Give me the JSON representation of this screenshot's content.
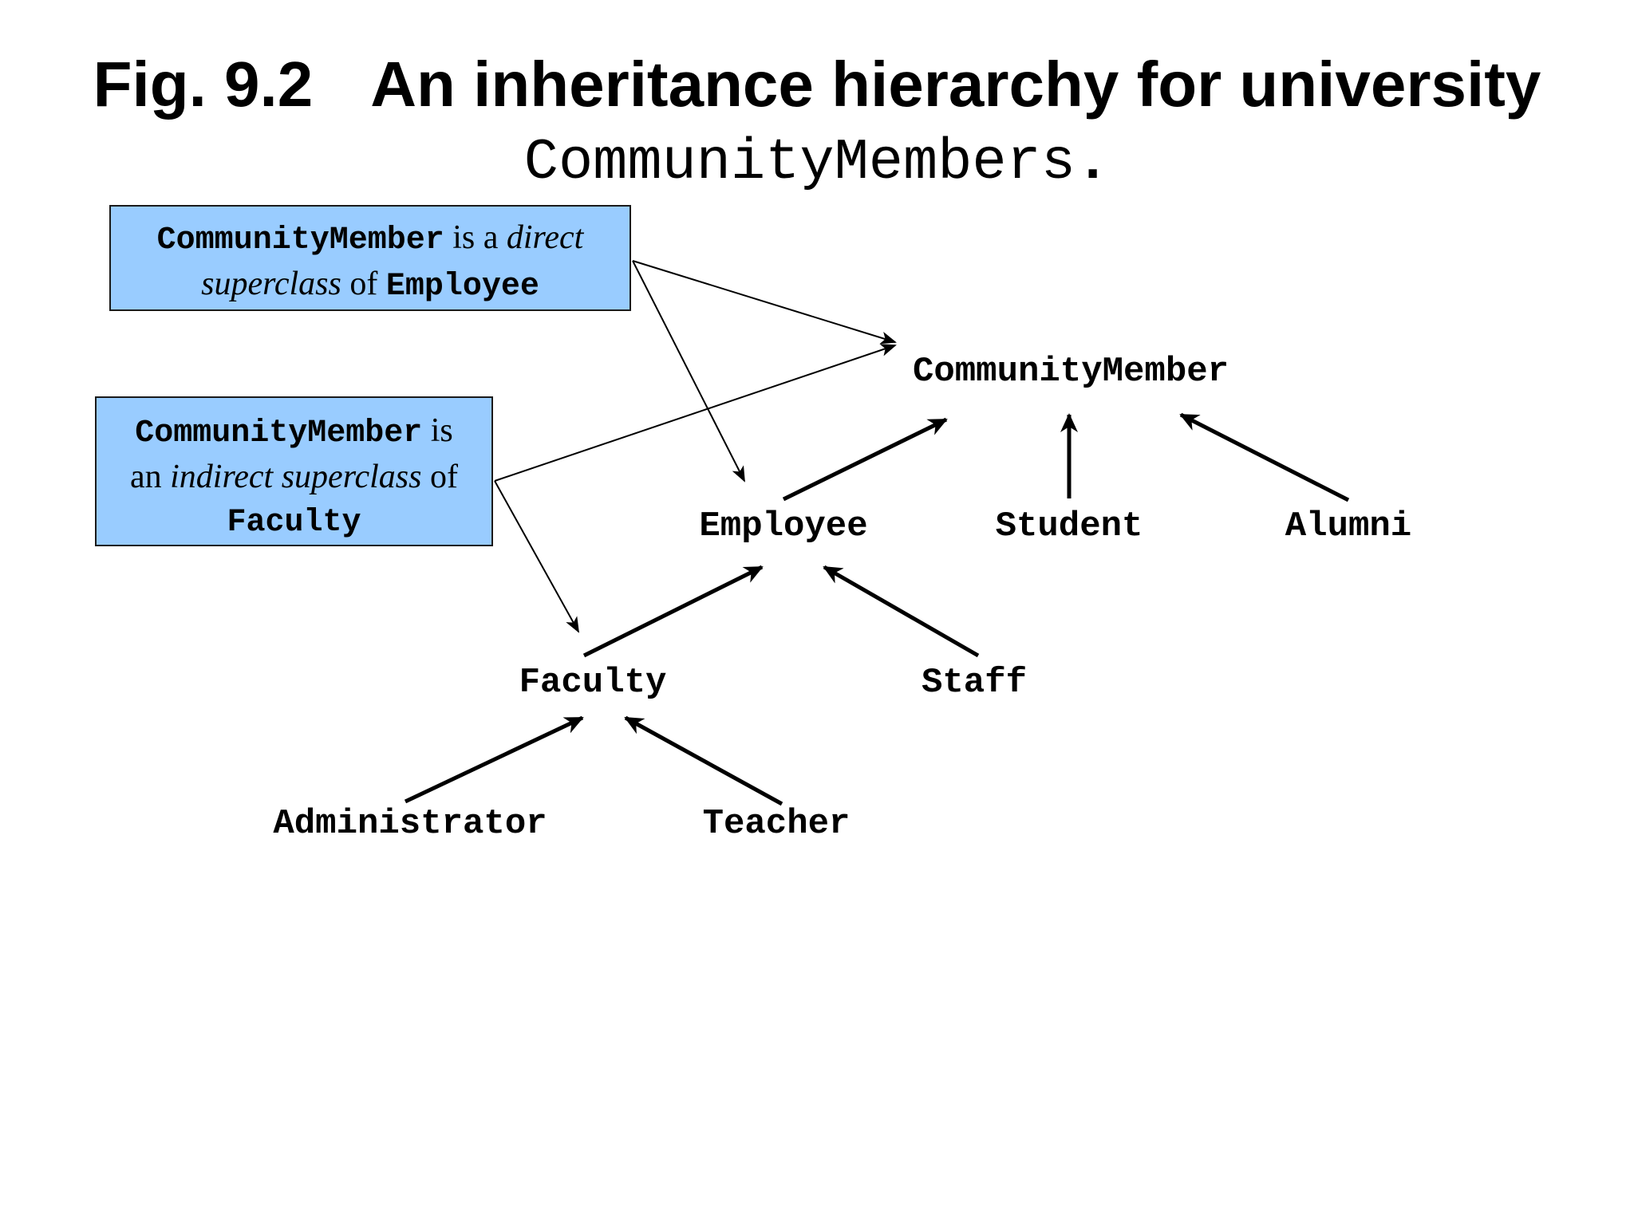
{
  "title": {
    "figure_number": "Fig. 9.2",
    "caption": "An inheritance hierarchy for university",
    "class_name": "CommunityMembers",
    "end_punct": "."
  },
  "callouts": {
    "direct": {
      "class": "CommunityMember",
      "text_1": " is a ",
      "em_1": "direct",
      "em_2": "superclass",
      "text_2": " of ",
      "target": "Employee"
    },
    "indirect": {
      "class": "CommunityMember",
      "text_1": " is",
      "text_2": "an ",
      "em_1": "indirect superclass",
      "text_3": " of",
      "target": "Faculty"
    }
  },
  "nodes": [
    {
      "id": "communitymember",
      "label": "CommunityMember"
    },
    {
      "id": "employee",
      "label": "Employee"
    },
    {
      "id": "student",
      "label": "Student"
    },
    {
      "id": "alumni",
      "label": "Alumni"
    },
    {
      "id": "faculty",
      "label": "Faculty"
    },
    {
      "id": "staff",
      "label": "Staff"
    },
    {
      "id": "administrator",
      "label": "Administrator"
    },
    {
      "id": "teacher",
      "label": "Teacher"
    }
  ],
  "edges": [
    {
      "from": "employee",
      "to": "communitymember",
      "relation": "extends"
    },
    {
      "from": "student",
      "to": "communitymember",
      "relation": "extends"
    },
    {
      "from": "alumni",
      "to": "communitymember",
      "relation": "extends"
    },
    {
      "from": "faculty",
      "to": "employee",
      "relation": "extends"
    },
    {
      "from": "staff",
      "to": "employee",
      "relation": "extends"
    },
    {
      "from": "administrator",
      "to": "faculty",
      "relation": "extends"
    },
    {
      "from": "teacher",
      "to": "faculty",
      "relation": "extends"
    }
  ],
  "pointers": [
    {
      "from": "callout-direct",
      "to": "communitymember"
    },
    {
      "from": "callout-direct",
      "to": "employee"
    },
    {
      "from": "callout-indirect",
      "to": "communitymember"
    },
    {
      "from": "callout-indirect",
      "to": "faculty"
    }
  ],
  "colors": {
    "callout_fill": "#99ccff",
    "callout_border": "#1a1a1a",
    "text": "#000000",
    "background": "#ffffff"
  }
}
